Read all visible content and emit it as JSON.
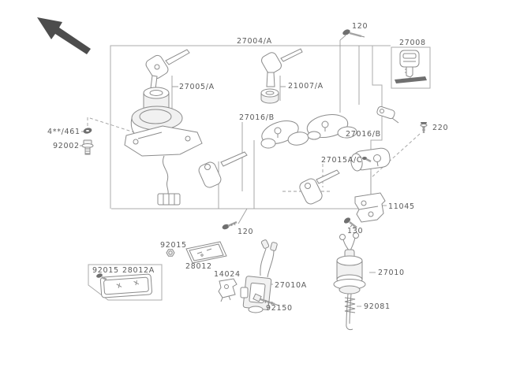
{
  "theme": {
    "background": "#ffffff",
    "label_color": "#5a5a5a",
    "line_color": "#ababab",
    "part_color": "#8c8c8c",
    "dark_fill": "#6f6f6f",
    "arrow_color": "#4d4d4d"
  },
  "diagram": {
    "type": "motorcycle-ignition-lock-parts-diagram",
    "labels": {
      "top_assembly": "27004/A",
      "screw_120_top": "120",
      "key_set_box": "27008",
      "ignition_switch": "27005/A",
      "lock_cylinder": "21007/A",
      "seat_lock_left": "27016/B",
      "seat_lock_right": "27016/B",
      "screw_220": "220",
      "helmet_lock": "27015A/C",
      "bracket_11045": "11045",
      "screw_130": "130",
      "screw_120_mid": "120",
      "washer_451": "4**/461",
      "bolt_92002": "92002",
      "nut_92015": "92015",
      "reflector_28012": "28012",
      "nut_92015_alt": "92015",
      "reflector_28012a": "28012A",
      "bracket_14024": "14024",
      "switch_27010a": "27010A",
      "bolt_92150": "92150",
      "switch_27010": "27010",
      "spring_92081": "92081"
    }
  }
}
